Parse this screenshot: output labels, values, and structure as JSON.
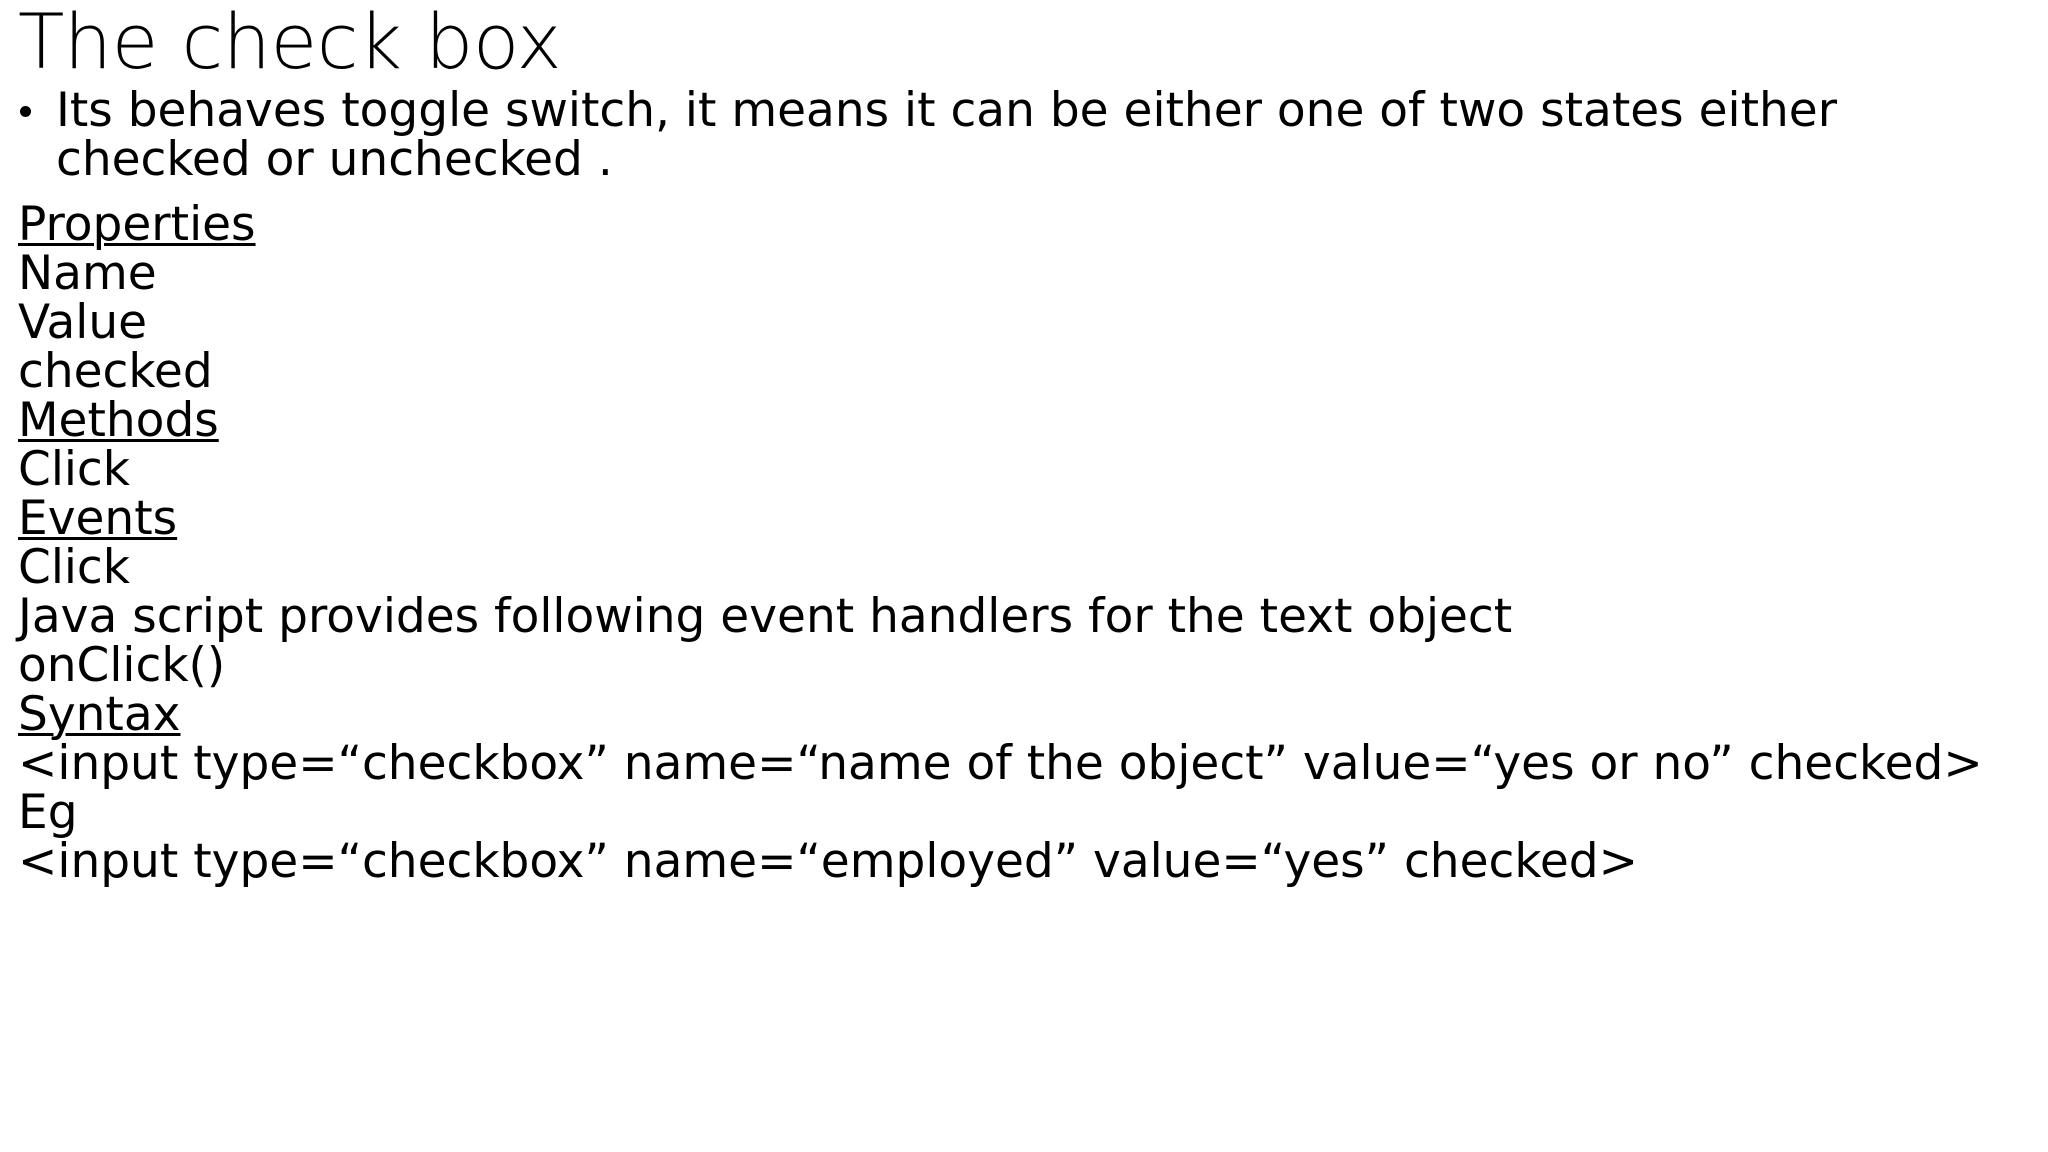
{
  "slide": {
    "title": "The check box",
    "background_color": "#ffffff",
    "text_color": "#000000",
    "bullet_glyph": "bullet-dot"
  },
  "body": {
    "bullet": {
      "text": "Its behaves toggle switch, it means it can be either one of two states either checked or unchecked ."
    },
    "lines": [
      {
        "text": "Properties",
        "underline": true
      },
      {
        "text": "Name",
        "underline": false
      },
      {
        "text": "Value",
        "underline": false
      },
      {
        "text": "checked",
        "underline": false
      },
      {
        "text": "Methods",
        "underline": true
      },
      {
        "text": "Click",
        "underline": false
      },
      {
        "text": "Events",
        "underline": true
      },
      {
        "text": "Click",
        "underline": false
      },
      {
        "text": "Java script provides following event handlers for the text object",
        "underline": false
      },
      {
        "text": "onClick()",
        "underline": false
      },
      {
        "text": "Syntax",
        "underline": true
      },
      {
        "text": "<input type=“checkbox” name=“name of the object” value=“yes or no” checked>",
        "underline": false
      },
      {
        "text": "Eg",
        "underline": false
      },
      {
        "text": "<input type=“checkbox” name=“employed” value=“yes” checked>",
        "underline": false
      }
    ]
  }
}
